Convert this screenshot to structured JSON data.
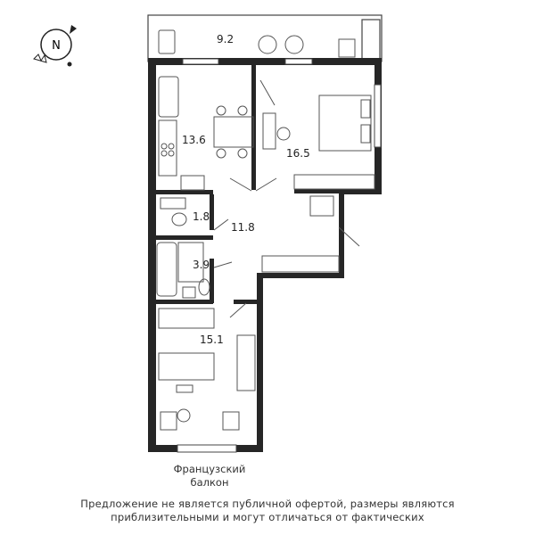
{
  "compass": {
    "letter": "N",
    "icon": "compass-icon",
    "accent": "#1a1a1a"
  },
  "rooms": {
    "balcony_top": "9.2",
    "kitchen": "13.6",
    "bedroom": "16.5",
    "toilet": "1.8",
    "hall": "11.8",
    "bathroom": "3.9",
    "room_bottom": "15.1"
  },
  "balcony_caption": {
    "line1": "Французский",
    "line2": "балкон"
  },
  "disclaimer": {
    "line1": "Предложение не является публичной офертой, размеры являются",
    "line2": "приблизительными и могут отличаться от фактических"
  },
  "colors": {
    "wall": "#262626",
    "window": "#ffffff",
    "furniture": "#555555"
  }
}
